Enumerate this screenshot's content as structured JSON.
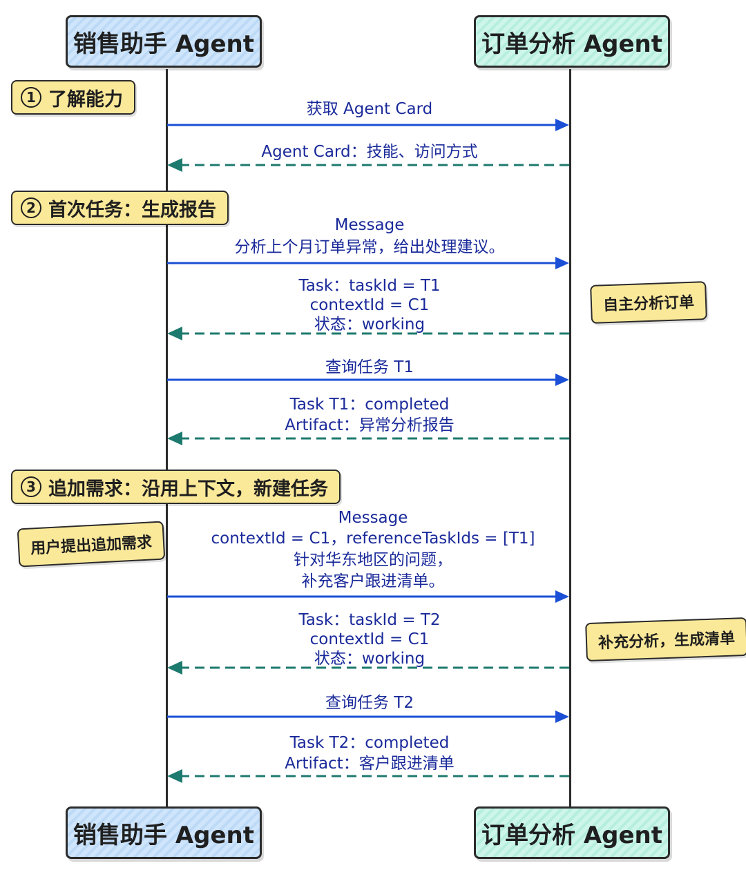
{
  "participants": {
    "left": "销售助手 Agent",
    "right": "订单分析 Agent"
  },
  "steps": [
    {
      "num": "1",
      "text": "了解能力"
    },
    {
      "num": "2",
      "text": "首次任务：生成报告"
    },
    {
      "num": "3",
      "text": "追加需求：沿用上下文，新建任务"
    }
  ],
  "side_notes": {
    "analyze": "自主分析订单",
    "user_request": "用户提出追加需求",
    "supplement": "补充分析，生成清单"
  },
  "messages": [
    {
      "dir": "request",
      "lines": [
        "获取 Agent Card"
      ]
    },
    {
      "dir": "response",
      "lines": [
        "Agent Card：技能、访问方式"
      ]
    },
    {
      "dir": "request",
      "lines": [
        "Message",
        "分析上个月订单异常，给出处理建议。"
      ]
    },
    {
      "dir": "response",
      "lines": [
        "Task：taskId = T1",
        "contextId = C1",
        "状态：working"
      ]
    },
    {
      "dir": "request",
      "lines": [
        "查询任务 T1"
      ]
    },
    {
      "dir": "response",
      "lines": [
        "Task T1：completed",
        "Artifact：异常分析报告"
      ]
    },
    {
      "dir": "request",
      "lines": [
        "Message",
        "contextId = C1，referenceTaskIds = [T1]",
        "针对华东地区的问题，",
        "补充客户跟进清单。"
      ]
    },
    {
      "dir": "response",
      "lines": [
        "Task：taskId = T2",
        "contextId = C1",
        "状态：working"
      ]
    },
    {
      "dir": "request",
      "lines": [
        "查询任务 T2"
      ]
    },
    {
      "dir": "response",
      "lines": [
        "Task T2：completed",
        "Artifact：客户跟进清单"
      ]
    }
  ],
  "colors": {
    "request_arrow": "#1a4fd6",
    "response_arrow": "#1d7a6e",
    "note_fill": "#fbe99a"
  }
}
